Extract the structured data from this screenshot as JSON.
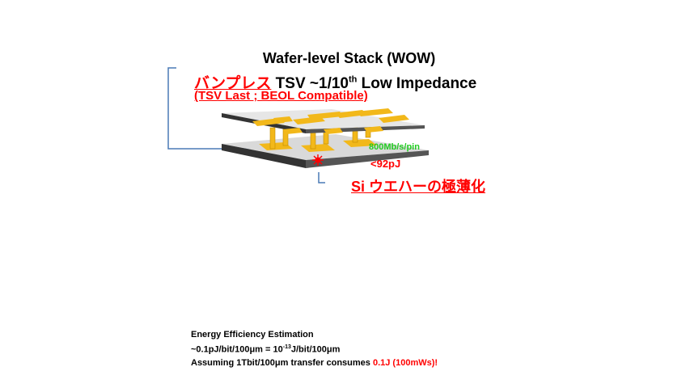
{
  "title": "Wafer-level Stack (WOW)",
  "line2": {
    "red_jp": "バンプレス",
    "text_a": " TSV ~1/10",
    "sup": "th",
    "text_b": " Low Impedance"
  },
  "subtitle": "(TSV Last ; BEOL Compatible)",
  "bandwidth_label": "800Mb/s/pin",
  "energy_label": "<92pJ",
  "si_label": "Si ウエハーの極薄化",
  "energy": {
    "heading": "Energy Efficiency Estimation",
    "line2_a": "~0.1pJ/bit/100μm = 10",
    "line2_sup": "-13",
    "line2_b": "J/bit/100μm",
    "line3_a": "Assuming 1Tbit/100μm transfer consumes ",
    "line3_red": "0.1J (100mWs)!"
  },
  "colors": {
    "accent_red": "#ff0000",
    "bracket_blue": "#4a7ab5",
    "gold": "#f2b81a",
    "green": "#22cc22"
  }
}
